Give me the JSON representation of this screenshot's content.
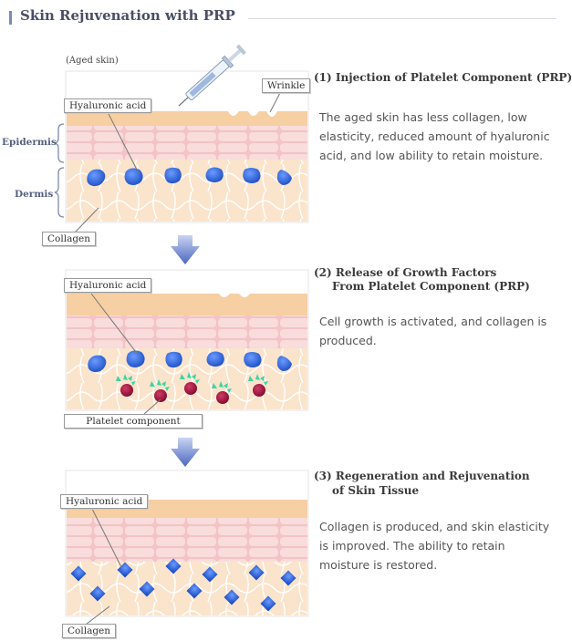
{
  "page": {
    "title": "Skin Rejuvenation with PRP"
  },
  "labels": {
    "aged_skin": "(Aged skin)",
    "epidermis": "Epidermis",
    "dermis": "Dermis",
    "hyaluronic_acid": "Hyaluronic acid",
    "wrinkle": "Wrinkle",
    "collagen": "Collagen",
    "platelet_component": "Platelet component"
  },
  "steps": [
    {
      "heading_line1": "(1) Injection of Platelet Component (PRP)",
      "heading_line2": "",
      "description": "The aged skin has less collagen, low elasticity, reduced amount of hyaluronic acid, and low ability to retain moisture."
    },
    {
      "heading_line1": "(2) Release of Growth Factors",
      "heading_line2": "From Platelet Component (PRP)",
      "description": "Cell growth is activated, and collagen is produced."
    },
    {
      "heading_line1": "(3) Regeneration and Rejuvenation",
      "heading_line2": "of Skin Tissue",
      "description": "Collagen is produced, and skin elasticity is improved. The ability to retain moisture is restored."
    }
  ],
  "colors": {
    "skin_surface": "#f6cfa3",
    "epidermis_pink": "#f4cccc",
    "dermis_peach": "#fbe4cc",
    "hyaluronic_blue": "#2a63d8",
    "platelet_red": "#a3143c",
    "growth_green": "#3fd4a2",
    "arrow_blue": "#5b76c7"
  }
}
